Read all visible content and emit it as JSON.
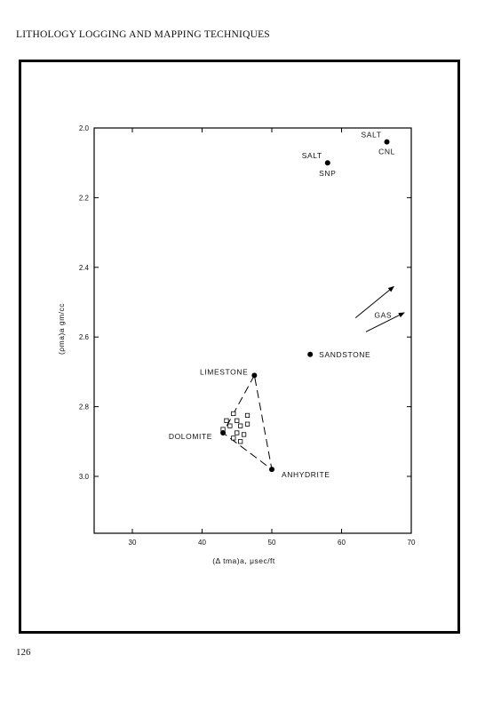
{
  "header": {
    "running_head": "LITHOLOGY LOGGING AND MAPPING TECHNIQUES"
  },
  "footer": {
    "page_number": "126"
  },
  "chart_data": {
    "type": "scatter",
    "title": "",
    "xlabel": "(Δ tma)a, μsec/ft",
    "ylabel": "(ρma)a gm/cc",
    "xlim": [
      25,
      70
    ],
    "ylim": [
      3.16,
      2.0
    ],
    "x_ticks": [
      30,
      40,
      50,
      60,
      70
    ],
    "y_ticks": [
      2.0,
      2.2,
      2.4,
      2.6,
      2.8,
      3.0
    ],
    "y_tick_labels": [
      "2.0",
      "2.2",
      "2.4",
      "2.6",
      "2.8",
      "3.0"
    ],
    "grid": false,
    "points": [
      {
        "name": "SALT CNL",
        "labels": [
          "SALT",
          "CNL"
        ],
        "x": 66.5,
        "y": 2.04
      },
      {
        "name": "SALT SNP",
        "labels": [
          "SALT",
          "SNP"
        ],
        "x": 58.0,
        "y": 2.1
      },
      {
        "name": "SANDSTONE",
        "labels": [
          "SANDSTONE"
        ],
        "x": 55.5,
        "y": 2.65
      },
      {
        "name": "LIMESTONE",
        "labels": [
          "LIMESTONE"
        ],
        "x": 47.5,
        "y": 2.71
      },
      {
        "name": "DOLOMITE",
        "labels": [
          "DOLOMITE"
        ],
        "x": 43.0,
        "y": 2.875
      },
      {
        "name": "ANHYDRITE",
        "labels": [
          "ANHYDRITE"
        ],
        "x": 50.0,
        "y": 2.98
      }
    ],
    "triangle": [
      "LIMESTONE",
      "DOLOMITE",
      "ANHYDRITE"
    ],
    "samples": [
      {
        "x": 44.5,
        "y": 2.82
      },
      {
        "x": 46.5,
        "y": 2.825
      },
      {
        "x": 43.5,
        "y": 2.84
      },
      {
        "x": 45.0,
        "y": 2.84
      },
      {
        "x": 44.0,
        "y": 2.855
      },
      {
        "x": 45.5,
        "y": 2.855
      },
      {
        "x": 46.5,
        "y": 2.85
      },
      {
        "x": 43.0,
        "y": 2.865
      },
      {
        "x": 45.0,
        "y": 2.875
      },
      {
        "x": 44.5,
        "y": 2.89
      },
      {
        "x": 46.0,
        "y": 2.88
      },
      {
        "x": 45.5,
        "y": 2.9
      }
    ],
    "annotation": {
      "text": "GAS",
      "arrows": [
        {
          "from": [
            62.0,
            2.545
          ],
          "to": [
            67.5,
            2.455
          ]
        },
        {
          "from": [
            63.5,
            2.585
          ],
          "to": [
            69.0,
            2.53
          ]
        }
      ]
    }
  }
}
